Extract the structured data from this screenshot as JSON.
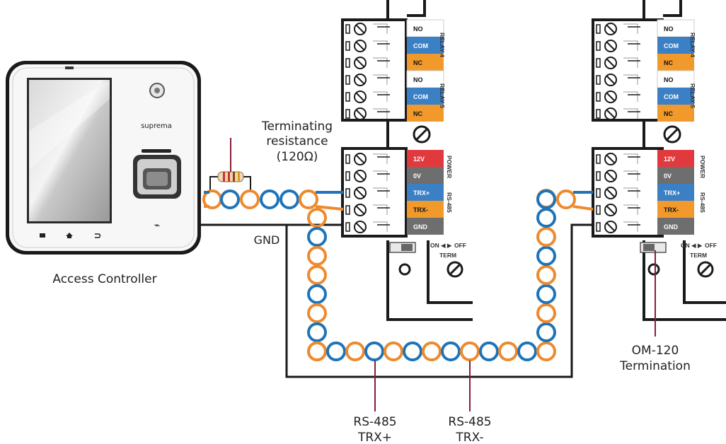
{
  "device": {
    "brand": "suprema",
    "label": "Access Controller",
    "nav_icons": [
      "square-icon",
      "home-icon",
      "back-icon"
    ]
  },
  "resistor": {
    "label_line1": "Terminating",
    "label_line2": "resistance",
    "label_line3": "(120Ω)"
  },
  "gnd_label": "GND",
  "bus": {
    "trx_plus_line1": "RS-485",
    "trx_plus_line2": "TRX+",
    "trx_minus_line1": "RS-485",
    "trx_minus_line2": "TRX-"
  },
  "termination": {
    "line1": "OM-120",
    "line2": "Termination"
  },
  "modules": [
    {
      "relay_terms": [
        "NO",
        "COM",
        "NC",
        "NO",
        "COM",
        "NC"
      ],
      "relay4": "RELAY 4",
      "relay5": "RELAY 5",
      "bus_terms": [
        "12V",
        "0V",
        "TRX+",
        "TRX-",
        "GND"
      ],
      "power": "POWER",
      "rs485": "RS-485",
      "switch_on": "ON",
      "switch_off": "OFF",
      "term": "TERM"
    },
    {
      "relay_terms": [
        "NO",
        "COM",
        "NC",
        "NO",
        "COM",
        "NC"
      ],
      "relay4": "RELAY 4",
      "relay5": "RELAY 5",
      "bus_terms": [
        "12V",
        "0V",
        "TRX+",
        "TRX-",
        "GND"
      ],
      "power": "POWER",
      "rs485": "RS-485",
      "switch_on": "ON",
      "switch_off": "OFF",
      "term": "TERM"
    }
  ],
  "colors": {
    "orange": "#EE8A2E",
    "blue": "#1E74B9",
    "red": "#E03A3E",
    "gray": "#6E6E6E",
    "com_blue": "#3B7FC4",
    "nc_orange": "#F19A2B"
  }
}
